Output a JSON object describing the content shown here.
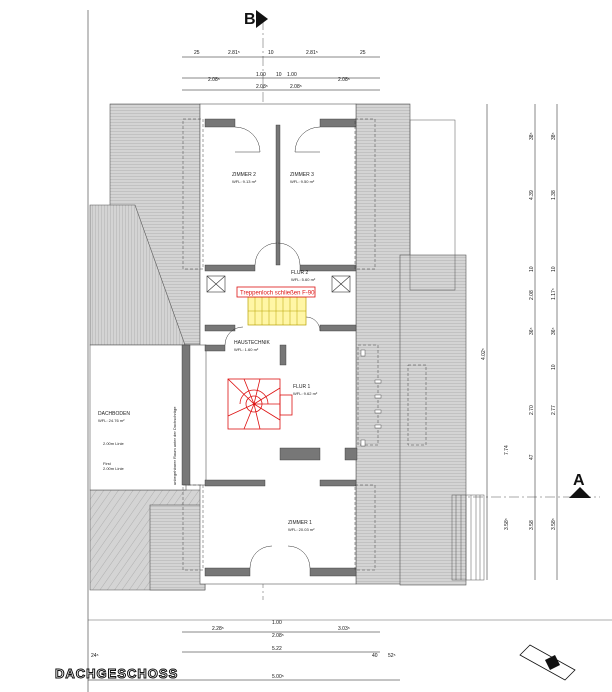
{
  "drawing": {
    "title": "DACHGESCHOSS",
    "section_markers": [
      "B",
      "A"
    ],
    "rooms": [
      {
        "name": "ZIMMER 2",
        "area": "WFL: 9.13 m²"
      },
      {
        "name": "ZIMMER 3",
        "area": "WFL: 9.50 m²"
      },
      {
        "name": "FLUR 2",
        "area": "WFL: 5.60 m²"
      },
      {
        "name": "HAUSTECHNIK",
        "area": "WFL: 1.60 m²"
      },
      {
        "name": "FLUR 1",
        "area": "WFL: 9.62 m²"
      },
      {
        "name": "ZIMMER 1",
        "area": "WFL: 20.03 m²"
      },
      {
        "name": "DACHBODEN",
        "area": "WFL: 24.76 m²"
      }
    ],
    "annotations": {
      "stair_close": "Treppenloch schließen F-90",
      "line_a": "2.00m Linie",
      "line_b": "2.00m Linie",
      "first": "First",
      "vertical": "unbegehbarer Raum unter der Dachschräge"
    },
    "dims_top": [
      "25",
      "2.81⁵",
      "10",
      "2.81⁵",
      "25"
    ],
    "dims_top2": [
      "2.08⁵",
      "1.00",
      "10",
      "1.00",
      "2.08⁵"
    ],
    "dims_top3": [
      "2.08⁵",
      "2.08⁵"
    ],
    "dims_bottom": [
      "2.28⁵",
      "1.00",
      "3.03⁵"
    ],
    "dims_bottom2": [
      "2.08⁵",
      "5.22",
      "40",
      "52⁵"
    ],
    "dims_bottom3": [
      "24⁵",
      "5.00⁵"
    ],
    "dims_right_outer": [
      "4.02⁵",
      "7.74",
      "3.58⁵"
    ],
    "dims_right_mid": [
      "38⁵",
      "4.39",
      "10",
      "2.08",
      "36⁵",
      "2.70",
      "47",
      "3.58"
    ],
    "dims_right_inner": [
      "38⁵",
      "1.38",
      "10",
      "1.17⁵",
      "36⁵",
      "10",
      "2.77",
      "3.58⁵"
    ]
  }
}
